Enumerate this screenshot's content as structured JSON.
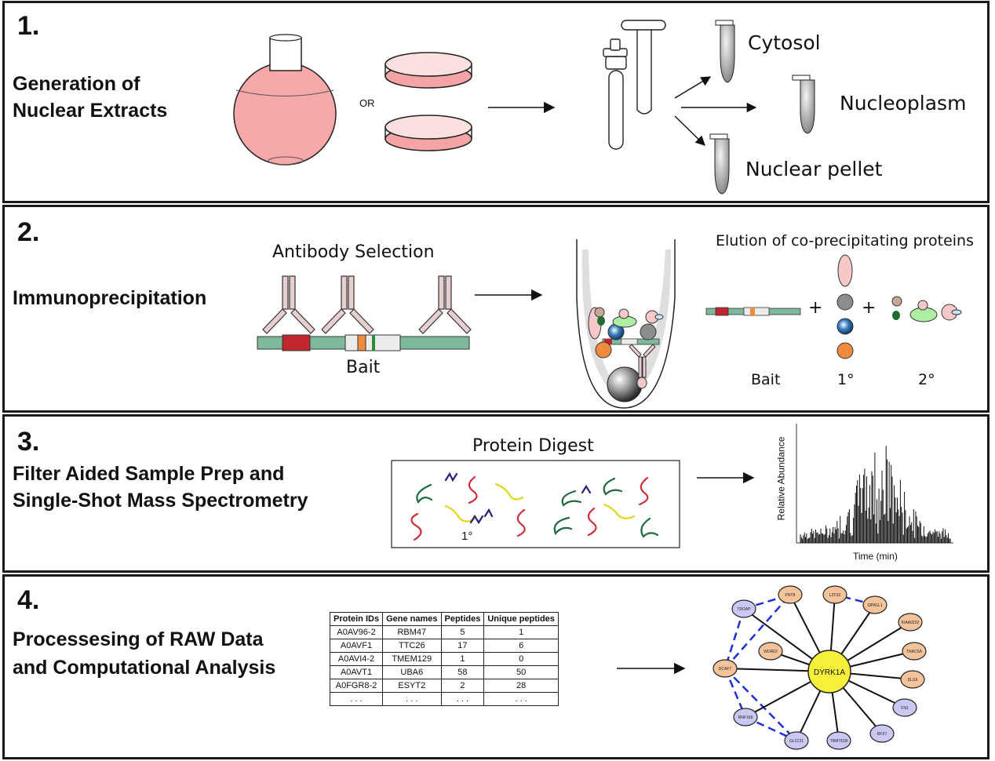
{
  "step1": {
    "number": "1.",
    "title_line1": "Generation of",
    "title_line2": "Nuclear Extracts",
    "or_label": "OR",
    "fractions": [
      "Cytosol",
      "Nucleoplasm",
      "Nuclear pellet"
    ]
  },
  "step2": {
    "number": "2.",
    "title": "Immunoprecipitation",
    "antibody_label": "Antibody Selection",
    "bait_label": "Bait",
    "elution_label": "Elution of co-precipitating proteins",
    "plus": "+",
    "bottom_labels": [
      "Bait",
      "1°",
      "2°"
    ]
  },
  "step3": {
    "number": "3.",
    "title_line1": "Filter Aided Sample Prep and",
    "title_line2": "Single-Shot Mass Spectrometry",
    "digest_label": "Protein Digest",
    "primary_label": "1°",
    "y_axis": "Relative Abundance",
    "x_axis": "Time (min)"
  },
  "step4": {
    "number": "4.",
    "title_line1": "Processesing of RAW Data",
    "title_line2": "and Computational Analysis",
    "table": {
      "headers": [
        "Protein IDs",
        "Gene names",
        "Peptides",
        "Unique peptides"
      ],
      "rows": [
        [
          "A0AV96-2",
          "RBM47",
          "5",
          "1"
        ],
        [
          "A0AVF1",
          "TTC26",
          "17",
          "6"
        ],
        [
          "A0AVI4-2",
          "TMEM129",
          "1",
          "0"
        ],
        [
          "A0AVT1",
          "UBA6",
          "58",
          "50"
        ],
        [
          "A0FGR8-2",
          "ESYT2",
          "2",
          "28"
        ],
        [
          ". . .",
          ". . .",
          ". . .",
          ". . ."
        ]
      ]
    },
    "network": {
      "hub": "DYRK1A",
      "nodes": [
        "TROAP",
        "FNTB",
        "L3TS2",
        "SIPA1L1",
        "KIAA0232",
        "TNRC6A",
        "DLG5",
        "FN1",
        "RFX7",
        "TRMT61B",
        "GLCCI1",
        "RNF169",
        "DCAF7",
        "WDR62"
      ]
    }
  },
  "colors": {
    "flask_fill": "#f7a8a8",
    "bait_bar": "#7fb89a",
    "bait_red": "#c0272d",
    "orange": "#f08a3c",
    "network_hub": "#f5f03a",
    "network_orange": "#f4c39a",
    "network_purple": "#c9c8f2",
    "dashed_edge": "#1f2fd1"
  }
}
